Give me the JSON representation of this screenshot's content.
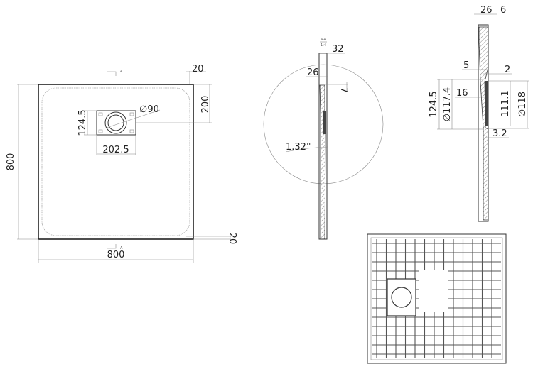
{
  "plan_view": {
    "width": "800",
    "depth": "800",
    "edge_top": "20",
    "edge_bottom": "20",
    "drain_offset": "200",
    "drain_diameter": "∅90",
    "drain_box_height": "124.5",
    "drain_box_width": "202.5",
    "section_marker": "A"
  },
  "section_view": {
    "title": "A-A",
    "scale": "1:4",
    "thickness_total": "32",
    "thickness_body": "26",
    "lip": "7",
    "slope_angle": "1.32°"
  },
  "detail_view": {
    "top_26": "26",
    "top_6": "6",
    "dim_5": "5",
    "dim_2": "2",
    "dim_16": "16",
    "dim_124_5": "124.5",
    "dia_117_4": "∅117.4",
    "dim_111_1": "111.1",
    "dia_118": "∅118",
    "dim_3_2": "3.2"
  },
  "colors": {
    "line": "#333333",
    "background": "#ffffff"
  }
}
